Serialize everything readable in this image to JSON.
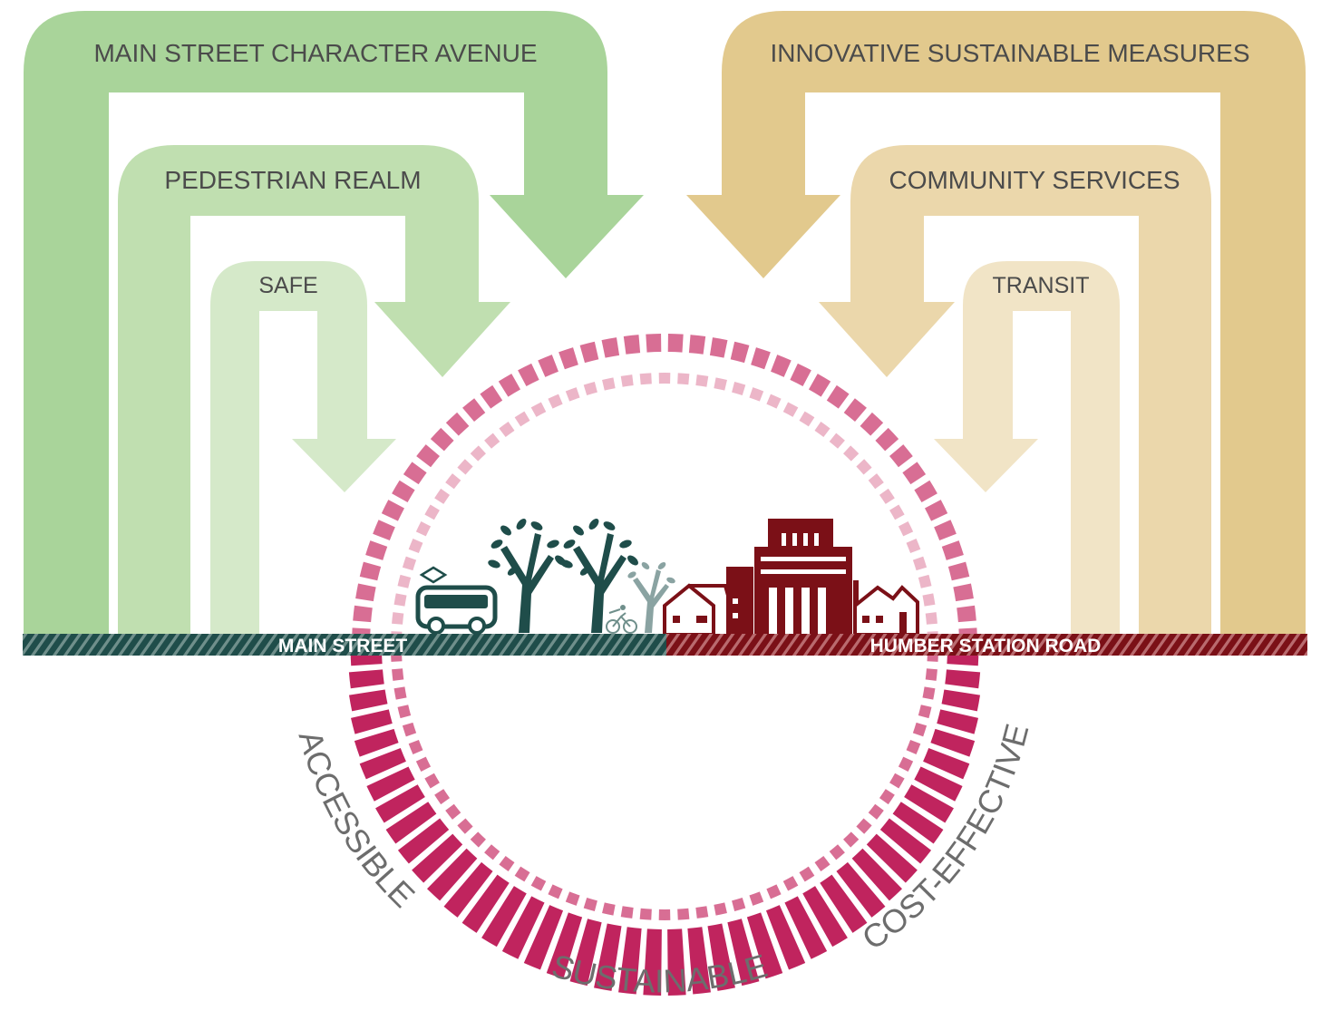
{
  "arrows": {
    "main_street_character": "MAIN STREET CHARACTER AVENUE",
    "pedestrian_realm": "PEDESTRIAN REALM",
    "safe": "SAFE",
    "innovative_sustainable": "INNOVATIVE SUSTAINABLE MEASURES",
    "community_services": "COMMUNITY SERVICES",
    "transit": "TRANSIT"
  },
  "roads": {
    "left": "MAIN STREET",
    "right": "HUMBER STATION ROAD"
  },
  "ring_labels": {
    "left": "ACCESSIBLE",
    "bottom": "SUSTAINABLE",
    "right": "COST-EFFECTIVE"
  },
  "icons": [
    "bus-icon",
    "tree-icon",
    "cyclist-icon",
    "house-icon",
    "civic-building-icon"
  ],
  "colors": {
    "green_dark": "#a9d49a",
    "green_mid": "#c0dfb0",
    "green_light": "#d5e9c9",
    "tan_dark": "#e2c98d",
    "tan_mid": "#ebd7ab",
    "tan_light": "#f1e4c6",
    "main_street": "#1f4d4a",
    "humber_station": "#7b1017",
    "ring_strong": "#c0245e",
    "ring_mid": "#d86e94",
    "ring_light": "#ecb6c8"
  }
}
